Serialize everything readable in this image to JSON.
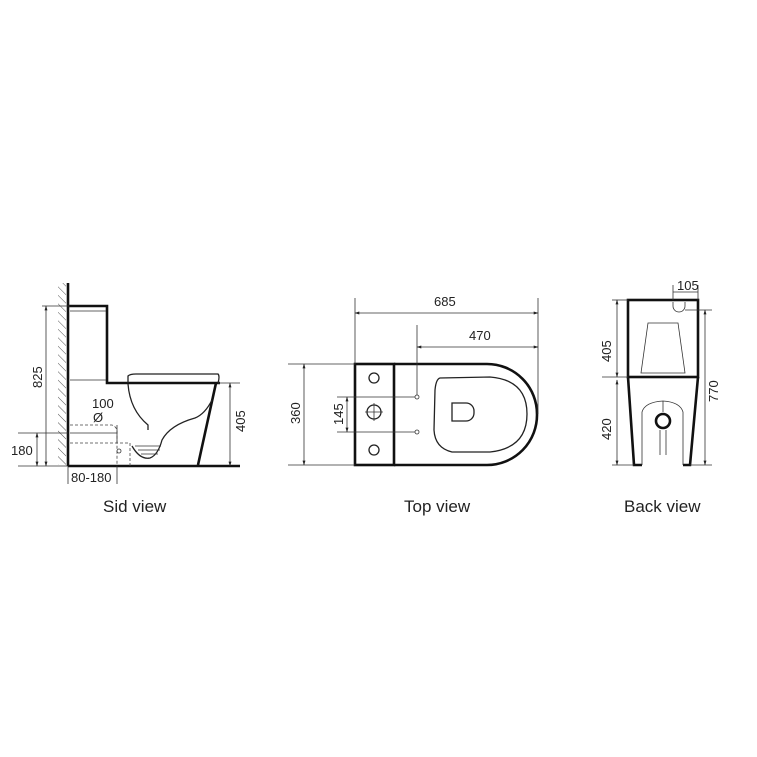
{
  "side_view": {
    "caption": "Sid view",
    "dims": {
      "total_height": "825",
      "seat_height": "405",
      "outlet_height": "180",
      "outlet_diameter": "100",
      "diameter_symbol": "Ø",
      "wall_offset": "80-180"
    }
  },
  "top_view": {
    "caption": "Top view",
    "dims": {
      "total_length": "685",
      "bowl_length": "470",
      "width": "360",
      "bolt_spacing": "145"
    }
  },
  "back_view": {
    "caption": "Back view",
    "dims": {
      "tank_height": "405",
      "base_height": "420",
      "overall_height": "770",
      "inlet_offset": "105"
    }
  }
}
